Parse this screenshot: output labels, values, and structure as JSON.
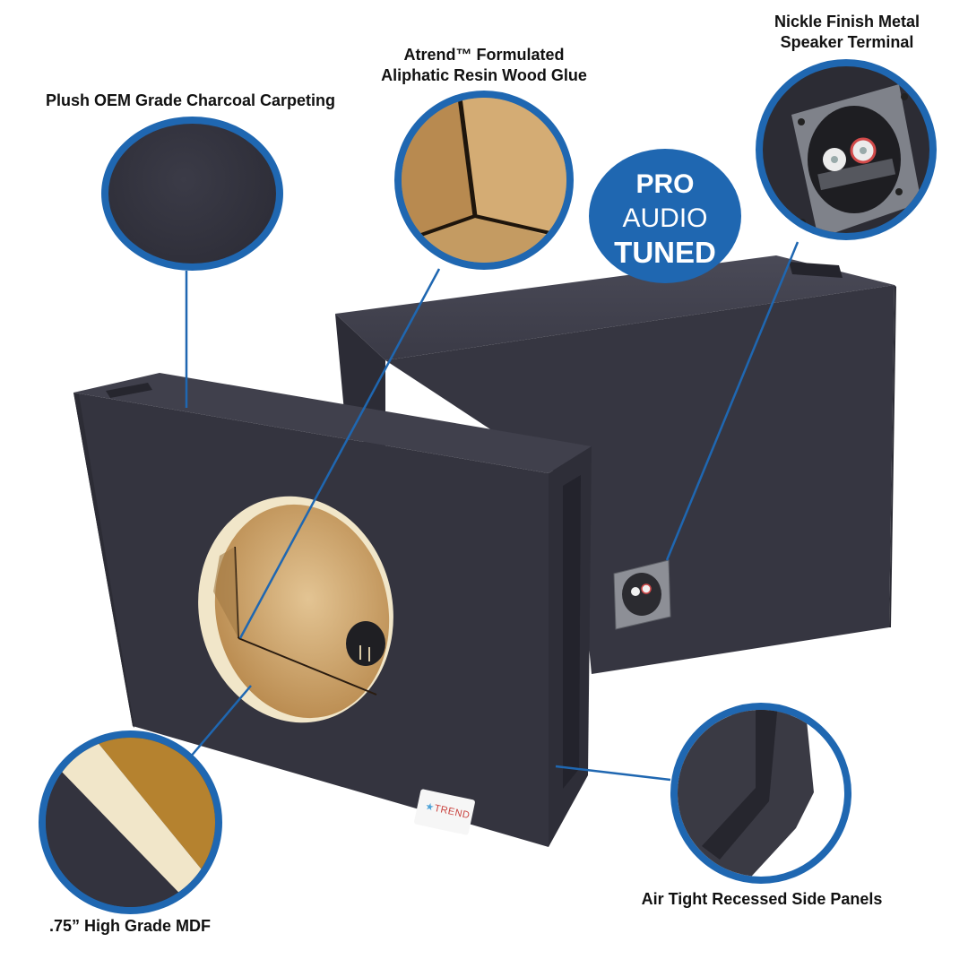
{
  "image": {
    "kind": "product-infographic",
    "subject": "single subwoofer enclosure, front and rear view",
    "colors": {
      "accent_blue": "#1f67b1",
      "carpet": "#34343f",
      "carpet_dark": "#272731",
      "mdf": "#c8a06a",
      "mdf_edge": "#f1e6c9",
      "text": "#111111",
      "background": "#ffffff"
    }
  },
  "callouts": [
    {
      "id": "carpet",
      "label": "Plush OEM Grade Charcoal Carpeting"
    },
    {
      "id": "glue",
      "label_line1": "Atrend™ Formulated",
      "label_line2": "Aliphatic Resin Wood Glue"
    },
    {
      "id": "terminal",
      "label_line1": "Nickle Finish Metal",
      "label_line2": "Speaker Terminal"
    },
    {
      "id": "mdf",
      "label": ".75” High Grade MDF"
    },
    {
      "id": "side-panels",
      "label": "Air Tight Recessed Side Panels"
    }
  ],
  "badge": {
    "line1": "PRO",
    "line2": "AUDIO",
    "line3": "TUNED"
  },
  "logo": {
    "text": "TREND"
  }
}
